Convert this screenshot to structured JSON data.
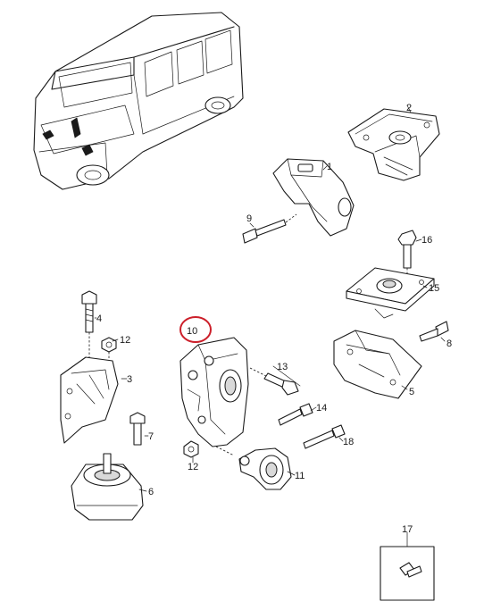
{
  "callouts": {
    "c1": "1",
    "c2": "2",
    "c3": "3",
    "c4": "4",
    "c5": "5",
    "c6": "6",
    "c7": "7",
    "c8": "8",
    "c9": "9",
    "c10": "10",
    "c11": "11",
    "c12a": "12",
    "c12b": "12",
    "c13": "13",
    "c14": "14",
    "c15": "15",
    "c16": "16",
    "c17": "17",
    "c18": "18"
  },
  "highlight": {
    "color": "#cc1f2a",
    "part": "10"
  }
}
